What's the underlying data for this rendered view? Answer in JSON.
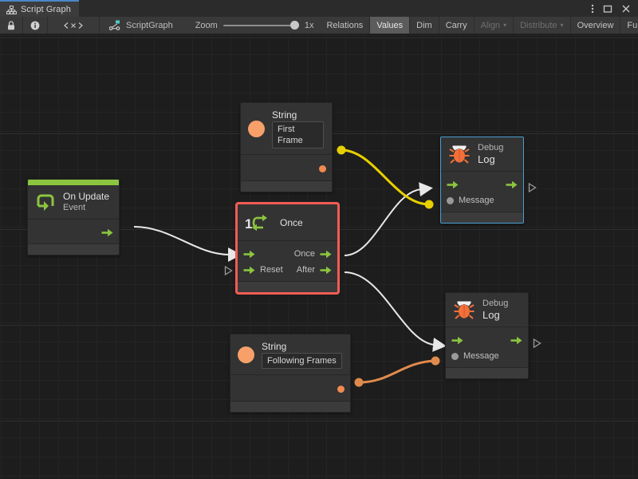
{
  "window": {
    "tab_label": "Script Graph",
    "tab_icon": "graph-hierarchy-icon",
    "controls": {
      "menu": "kebab-menu-icon",
      "maximize": "maximize-icon",
      "close": "close-icon"
    }
  },
  "toolbar": {
    "lock_icon": "lock-icon",
    "info_icon": "info-icon",
    "code_icon": "code-brackets-icon",
    "graph_icon": "script-graph-icon",
    "graph_name": "ScriptGraph",
    "zoom_label": "Zoom",
    "zoom_value": "1x",
    "buttons": [
      {
        "label": "Relations",
        "state": "normal"
      },
      {
        "label": "Values",
        "state": "active"
      },
      {
        "label": "Dim",
        "state": "normal"
      },
      {
        "label": "Carry",
        "state": "normal"
      },
      {
        "label": "Align",
        "state": "disabled",
        "caret": "▾"
      },
      {
        "label": "Distribute",
        "state": "disabled",
        "caret": "▾"
      },
      {
        "label": "Overview",
        "state": "normal"
      },
      {
        "label": "Full Screen",
        "state": "normal"
      }
    ]
  },
  "graph": {
    "nodes": {
      "on_update": {
        "title": "On Update",
        "subtitle": "Event",
        "icon": "update-loop-icon",
        "accent_color": "#8bc53f",
        "output_flow": "flow-out-arrow"
      },
      "string_first": {
        "title": "String",
        "icon": "string-circle-icon",
        "value": "First Frame",
        "output_port": "value-out-dot"
      },
      "string_following": {
        "title": "String",
        "icon": "string-circle-icon",
        "value": "Following Frames",
        "output_port": "value-out-dot"
      },
      "once": {
        "title": "Once",
        "icon": "once-counter-icon",
        "selected": true,
        "inputs": [
          {
            "label": "",
            "icon": "flow-in-arrow"
          },
          {
            "label": "Reset",
            "icon": "flow-in-arrow"
          }
        ],
        "outputs": [
          {
            "label": "Once",
            "icon": "flow-out-arrow"
          },
          {
            "label": "After",
            "icon": "flow-out-arrow"
          }
        ]
      },
      "debug_log_top": {
        "title": "Debug",
        "subtitle": "Log",
        "icon": "bug-icon",
        "hovered": true,
        "message_label": "Message",
        "message_port": "value-in-dot"
      },
      "debug_log_bottom": {
        "title": "Debug",
        "subtitle": "Log",
        "icon": "bug-icon",
        "hovered": false,
        "message_label": "Message",
        "message_port": "value-in-dot"
      }
    },
    "edge_colors": {
      "flow": "#e8e8e8",
      "value_highlight": "#e8d000",
      "value_normal": "#e08b4d"
    }
  }
}
